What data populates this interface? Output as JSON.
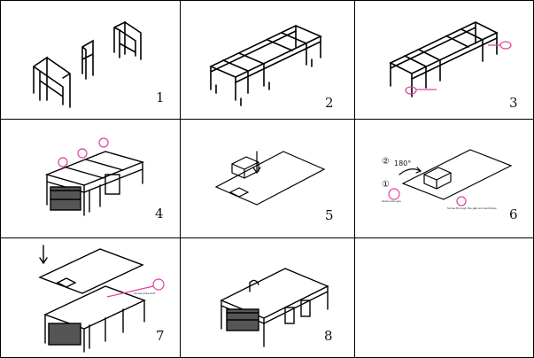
{
  "steps": [
    {
      "number": "1"
    },
    {
      "number": "2"
    },
    {
      "number": "3"
    },
    {
      "number": "4"
    },
    {
      "number": "5"
    },
    {
      "number": "6",
      "angle_label": "180°",
      "circle_2": "②",
      "circle_1": "①",
      "note_left": "Glass plan gas",
      "note_right": "Screw through the gab and worktops"
    },
    {
      "number": "7",
      "note": "Screw arise bolt"
    },
    {
      "number": "8"
    },
    {
      "number": ""
    }
  ],
  "colors": {
    "line": "#000000",
    "accent": "#e040a0"
  }
}
